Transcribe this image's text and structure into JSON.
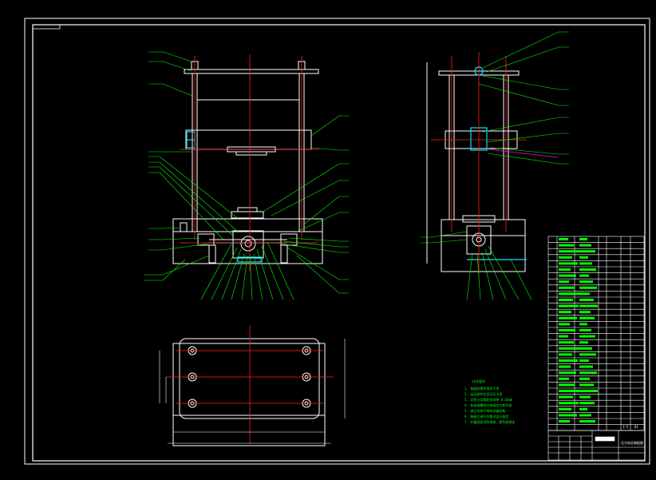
{
  "drawing": {
    "colors": {
      "background": "#000000",
      "frame": "#ffffff",
      "leader": "#00ff00",
      "centerline": "#ff2020",
      "highlight": "#00e5ff",
      "accent": "#ff00ff",
      "outline": "#ffffff",
      "hidden": "#ffff00"
    },
    "tech_notes": {
      "title": "技术要求",
      "lines": [
        "1. 装配前零件清洗干净",
        "2. 运动部件应灵活无卡滞",
        "3. 导柱与导套配合间隙 0.02mm",
        "4. 各连接螺栓应按规定力矩拧紧",
        "5. 液压系统不得有渗漏现象",
        "6. 装配后进行空载试运行检验",
        "7. 外露表面涂防锈漆，颜色按规定"
      ]
    },
    "title_block": {
      "drawing_title": "压力机总装配图",
      "scale": "1:5",
      "sheet": "01"
    }
  }
}
